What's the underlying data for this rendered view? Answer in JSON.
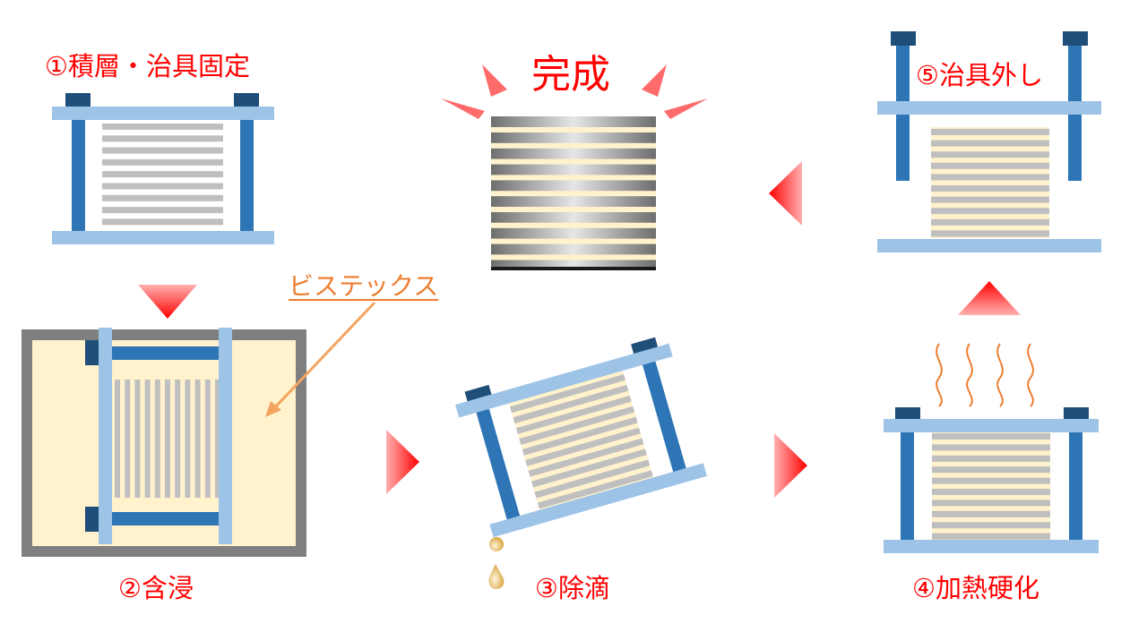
{
  "labels": {
    "step1": "①積層・治具固定",
    "step2": "②含浸",
    "step3": "③除滴",
    "step4": "④加熱硬化",
    "step5": "⑤治具外し",
    "complete": "完成",
    "resin": "ビステックス"
  },
  "colors": {
    "jig_plate": "#9dc3e6",
    "jig_rod": "#2e75b6",
    "bolt_nut": "#1f4e79",
    "lamination_gray": "#bfbfbf",
    "resin_cream": "#fff2cc",
    "container_gray": "#7f7f7f",
    "arrow_red": "#ff0000",
    "label_red": "#ff0000",
    "resin_label_orange": "#ed7d31",
    "heat_wave_orange": "#ed7d31",
    "burst_pink": "#ff6b6b",
    "drop_gold": "#e8c07a"
  },
  "icons": {
    "flow_arrow": "red-triangle-arrow-icon",
    "heat": "heat-wave-icon",
    "drop": "resin-drop-icon",
    "burst": "burst-ray-icon"
  }
}
